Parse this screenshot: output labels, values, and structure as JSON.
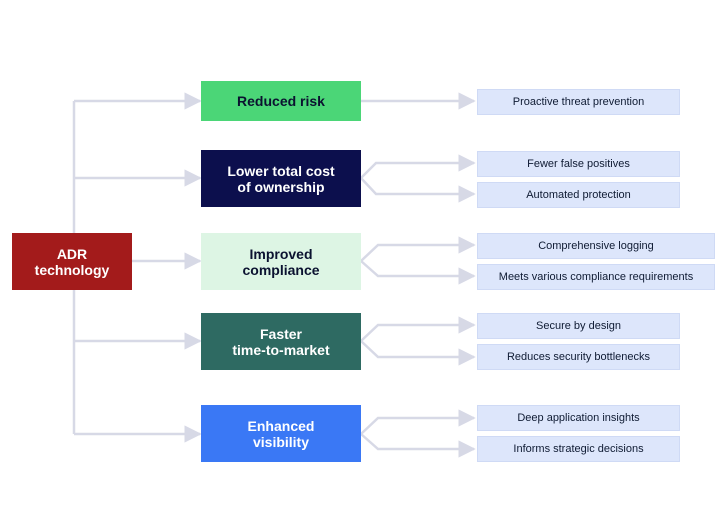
{
  "root": {
    "label": "ADR\ntechnology",
    "color": "#a31b1b"
  },
  "benefits": [
    {
      "label": "Reduced risk",
      "bg": "#4bd677",
      "fg": "#0b1230",
      "outcomes": [
        "Proactive threat prevention"
      ]
    },
    {
      "label": "Lower total cost\nof ownership",
      "bg": "#0c0f4d",
      "fg": "#ffffff",
      "outcomes": [
        "Fewer false positives",
        "Automated protection"
      ]
    },
    {
      "label": "Improved\ncompliance",
      "bg": "#ddf5e4",
      "fg": "#0b1230",
      "outcomes": [
        "Comprehensive logging",
        "Meets various compliance requirements"
      ]
    },
    {
      "label": "Faster\ntime-to-market",
      "bg": "#2e6a62",
      "fg": "#ffffff",
      "outcomes": [
        "Secure by design",
        "Reduces security bottlenecks"
      ]
    },
    {
      "label": "Enhanced\nvisibility",
      "bg": "#3a78f5",
      "fg": "#ffffff",
      "outcomes": [
        "Deep application insights",
        "Informs strategic decisions"
      ]
    }
  ],
  "colors": {
    "connector": "#d7d9e6",
    "outcome_bg": "#dde6fb"
  }
}
